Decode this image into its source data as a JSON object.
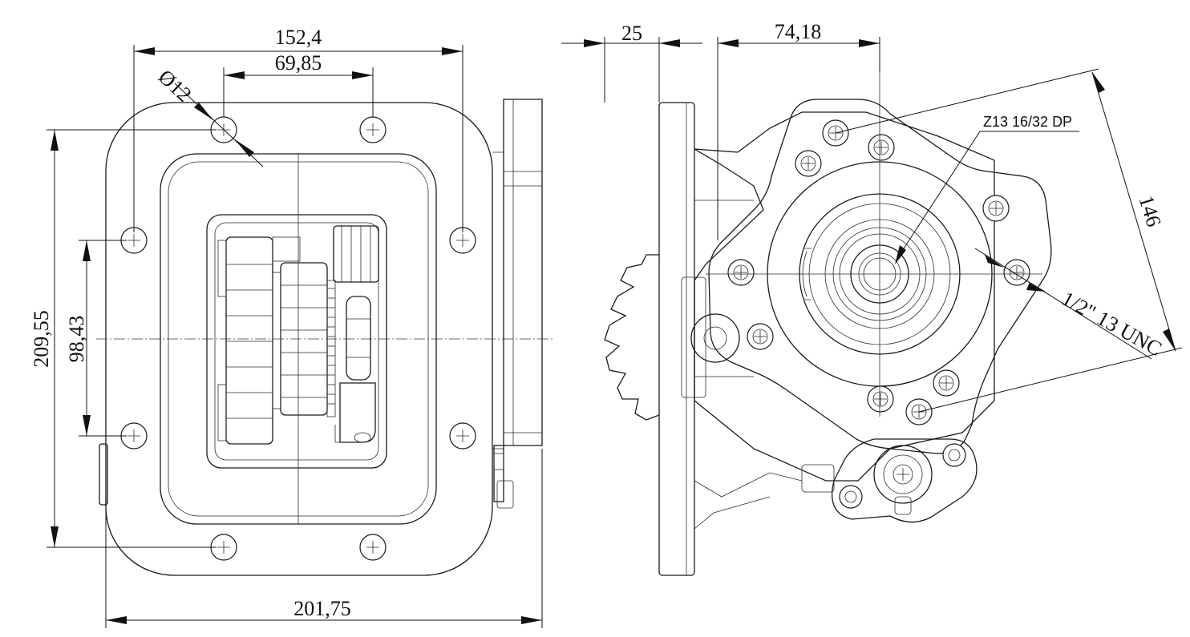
{
  "dimensions": {
    "bolt_spacing_outer": "152,4",
    "bolt_spacing_inner": "69,85",
    "hole_diameter": "Ø12",
    "height_total": "209,55",
    "height_inner": "98,43",
    "width_total": "201,75",
    "flange_thickness": "25",
    "output_offset": "74,18",
    "flange_diagonal": "146"
  },
  "notes": {
    "gear_spec": "Z13  16/32 DP",
    "thread_spec": "1/2\" 13 UNC"
  },
  "colors": {
    "line": "#1a1a1a",
    "background": "#ffffff"
  }
}
